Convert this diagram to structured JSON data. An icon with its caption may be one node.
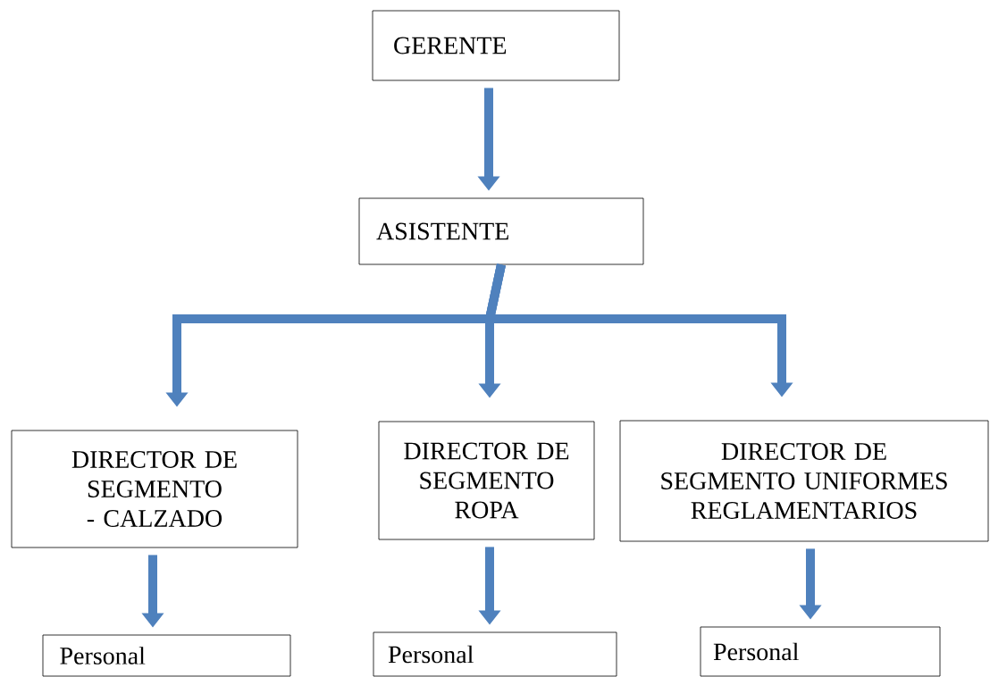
{
  "diagram": {
    "nodes": [
      {
        "text": [
          "GERENTE"
        ]
      },
      {
        "text": [
          "ASISTENTE"
        ]
      },
      {
        "text": [
          "DIRECTOR DE SEGMENTO - CALZADO"
        ]
      },
      {
        "text": [
          "DIRECTOR DE SEGMENTO ROPA"
        ]
      },
      {
        "text": [
          "DIRECTOR DE SEGMENTO UNIFORMES REGLAMENTARIOS"
        ]
      },
      {
        "text": [
          "Personal"
        ]
      },
      {
        "text": [
          "Personal"
        ]
      },
      {
        "text": [
          "Personal"
        ]
      }
    ],
    "edges": [
      {
        "from": 0,
        "to": 1,
        "arrow": "to"
      },
      {
        "from": 1,
        "to": 2,
        "arrow": "to"
      },
      {
        "from": 1,
        "to": 3,
        "arrow": "to"
      },
      {
        "from": 1,
        "to": 4,
        "arrow": "to"
      },
      {
        "from": 2,
        "to": 5,
        "arrow": "to"
      },
      {
        "from": 3,
        "to": 6,
        "arrow": "to"
      },
      {
        "from": 4,
        "to": 7,
        "arrow": "to"
      }
    ]
  }
}
